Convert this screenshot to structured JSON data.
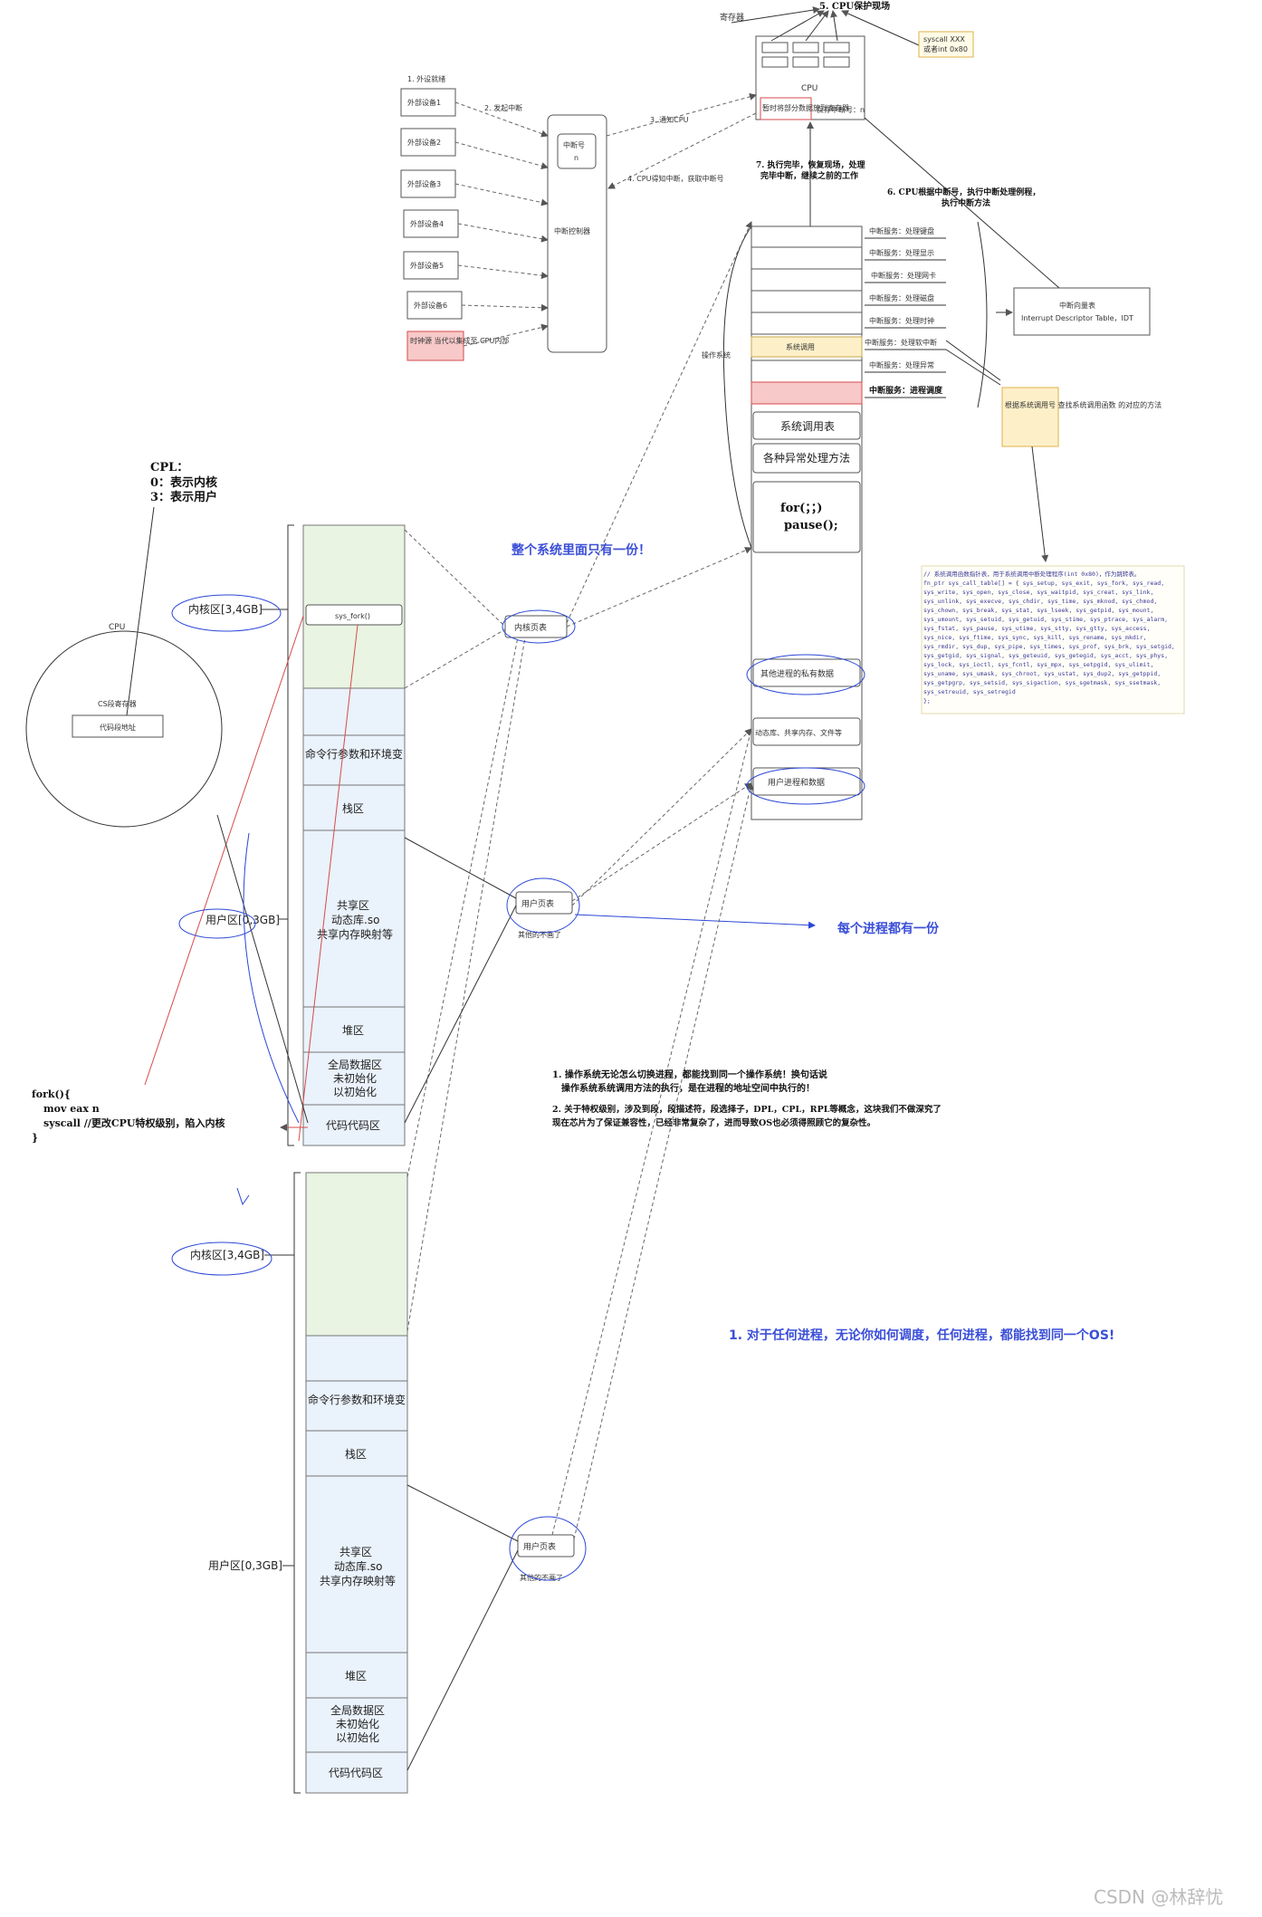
{
  "cpu_box": {
    "regs_label": "寄存器",
    "protect_label": "5. CPU保护现场",
    "cpu_label": "CPU",
    "red_box": "暂时将部分数据放到寄存器",
    "save_label": "保存中断号：n"
  },
  "syscall_note": {
    "line1": "syscall XXX",
    "line2": "或者int 0x80"
  },
  "devices": {
    "step1": "1. 外设就绪",
    "step2": "2. 发起中断",
    "items": [
      "外部设备1",
      "外部设备2",
      "外部设备3",
      "外部设备4",
      "外部设备5",
      "外部设备6"
    ],
    "clock": "时钟源 当代以集成至 CPU内部"
  },
  "controller": {
    "num": "中断号",
    "n": "n",
    "name": "中断控制器",
    "step3": "3. 通知CPU",
    "step4": "4. CPU得知中断，获取中断号"
  },
  "steps": {
    "step7_1": "7. 执行完毕，恢复现场，处理",
    "step7_2": "完毕中断，继续之前的工作",
    "step6_1": "6. CPU根据中断号，执行中断处理例程，",
    "step6_2": "执行中断方法"
  },
  "os_column": {
    "os_label": "操作系统",
    "syscall_row": "系统调用",
    "syscall_table": "系统调用表",
    "exception": "各种异常处理方法",
    "loop1": "for(；；)",
    "loop2": "pause();",
    "private": "其他进程的私有数据",
    "shared": "动态库、共享内存、文件等",
    "user": "用户进程和数据"
  },
  "interrupt_services": [
    "中断服务：处理键盘",
    "中断服务：处理显示",
    "中断服务：处理网卡",
    "中断服务：处理磁盘",
    "中断服务：处理时钟",
    "中断服务：处理软中断",
    "中断服务：处理异常",
    "中断服务：进程调度"
  ],
  "idt": {
    "line1": "中断向量表",
    "line2": "Interrupt Descriptor Table，IDT"
  },
  "yellow_note": "根据系统调用号 查找系统调用函数 的对应的方法",
  "code_block": [
    "// 系统调用函数指针表，用于系统调用中断处理程序(int 0x80)，作为跳转表。",
    "fn_ptr sys_call_table[] = { sys_setup, sys_exit, sys_fork, sys_read,",
    "  sys_write, sys_open, sys_close, sys_waitpid, sys_creat, sys_link,",
    "  sys_unlink, sys_execve, sys_chdir, sys_time, sys_mknod, sys_chmod,",
    "  sys_chown, sys_break, sys_stat, sys_lseek, sys_getpid, sys_mount,",
    "  sys_umount, sys_setuid, sys_getuid, sys_stime, sys_ptrace, sys_alarm,",
    "  sys_fstat, sys_pause, sys_utime, sys_stty, sys_gtty, sys_access,",
    "  sys_nice, sys_ftime, sys_sync, sys_kill, sys_rename, sys_mkdir,",
    "  sys_rmdir, sys_dup, sys_pipe, sys_times, sys_prof, sys_brk, sys_setgid,",
    "  sys_getgid, sys_signal, sys_geteuid, sys_getegid, sys_acct, sys_phys,",
    "  sys_lock, sys_ioctl, sys_fcntl, sys_mpx, sys_setpgid, sys_ulimit,",
    "  sys_uname, sys_umask, sys_chroot, sys_ustat, sys_dup2, sys_getppid,",
    "  sys_getpgrp, sys_setsid, sys_sigaction, sys_sgetmask, sys_ssetmask,",
    "  sys_setreuid, sys_setregid",
    "};"
  ],
  "cpl": {
    "title": "CPL：",
    "line0": "0：表示内核",
    "line3": "3：表示用户"
  },
  "cpu_circle": {
    "label": "CPU",
    "reg": "CS段寄存器",
    "code": "代码段地址"
  },
  "fork_code": {
    "l1": "fork(){",
    "l2": "mov eax n",
    "l3": "syscall //更改CPU特权级别，陷入内核",
    "l4": "}"
  },
  "process1": {
    "kernel_label": "内核区[3,4GB]",
    "sys_fork": "sys_fork()",
    "user_label": "用户区[0,3GB]",
    "cmdline": "命令行参数和环境变",
    "stack": "栈区",
    "shared1": "共享区",
    "shared2": "动态库.so",
    "shared3": "共享内存映射等",
    "heap": "堆区",
    "global1": "全局数据区",
    "global2": "未初始化",
    "global3": "以初始化",
    "code": "代码代码区"
  },
  "process2": {
    "kernel_label": "内核区[3,4GB]",
    "user_label": "用户区[0,3GB]",
    "cmdline": "命令行参数和环境变",
    "stack": "栈区",
    "shared1": "共享区",
    "shared2": "动态库.so",
    "shared3": "共享内存映射等",
    "heap": "堆区",
    "global1": "全局数据区",
    "global2": "未初始化",
    "global3": "以初始化",
    "code": "代码代码区"
  },
  "kernel_page": "内核页表",
  "user_page1": "用户页表",
  "user_page2": "用户页表",
  "others1": "其他的不画了",
  "others2": "其他的不画了",
  "annot_one_copy": "整个系统里面只有一份！",
  "annot_each": "每个进程都有一份",
  "note1_1": "1. 操作系统无论怎么切换进程，都能找到同一个操作系统！换句话说",
  "note1_2": "操作系统系统调用方法的执行，是在进程的地址空间中执行的！",
  "note2_1": "2. 关于特权级别，涉及到段，段描述符，段选择子，DPL，CPL，RPL等概念，这块我们不做深究了",
  "note2_2": "现在芯片为了保证兼容性，已经非常复杂了，进而导致OS也必须得照顾它的复杂性。",
  "conclusion": "1. 对于任何进程，无论你如何调度，任何进程，都能找到同一个OS!",
  "watermark": "CSDN @林辞忧"
}
